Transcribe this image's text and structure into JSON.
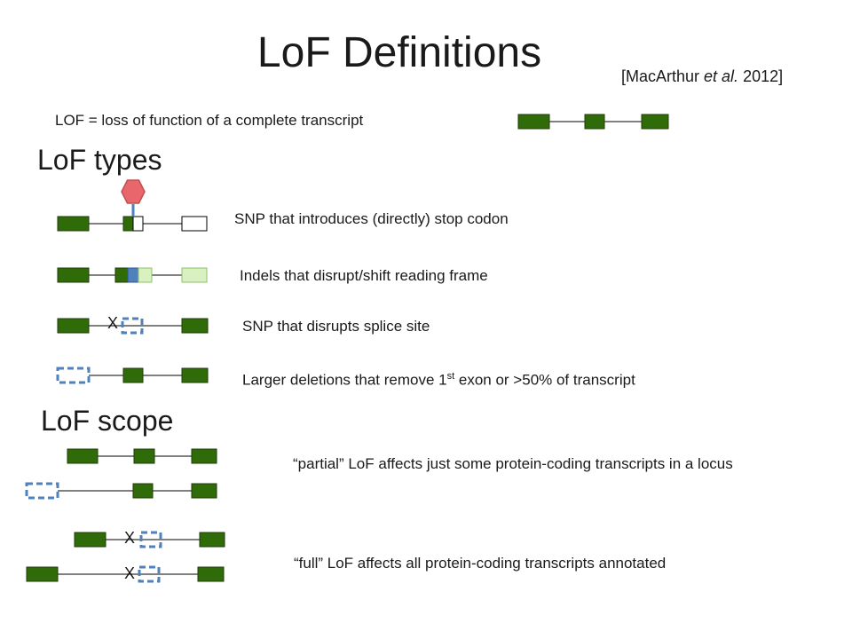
{
  "slide": {
    "title": "LoF Definitions",
    "citation": {
      "prefix": "[MacArthur ",
      "emph": "et al.",
      "suffix": " 2012]"
    },
    "definition": "LOF = loss of function of a complete transcript"
  },
  "types": {
    "heading": "LoF types",
    "items": [
      {
        "caption": "SNP that introduces (directly) stop codon"
      },
      {
        "caption": "Indels that disrupt/shift reading frame"
      },
      {
        "caption": "SNP that disrupts splice site",
        "marker": "X"
      },
      {
        "caption_pre": "Larger deletions that remove 1",
        "caption_sup": "st",
        "caption_post": " exon or >50% of transcript"
      }
    ]
  },
  "scope": {
    "heading": "LoF scope",
    "partial": "“partial” LoF affects just some protein-coding transcripts in a locus",
    "full": "“full” LoF affects all protein-coding transcripts annotated",
    "marker": "X"
  },
  "colors": {
    "exon": "#2f6b08",
    "exon_border": "#1f3d06",
    "deleted_outline": "#4f81bd",
    "indel_fill": "#4f81bd",
    "frameshift_fill": "#d9f0c0",
    "stop_marker": "#e8666c"
  }
}
